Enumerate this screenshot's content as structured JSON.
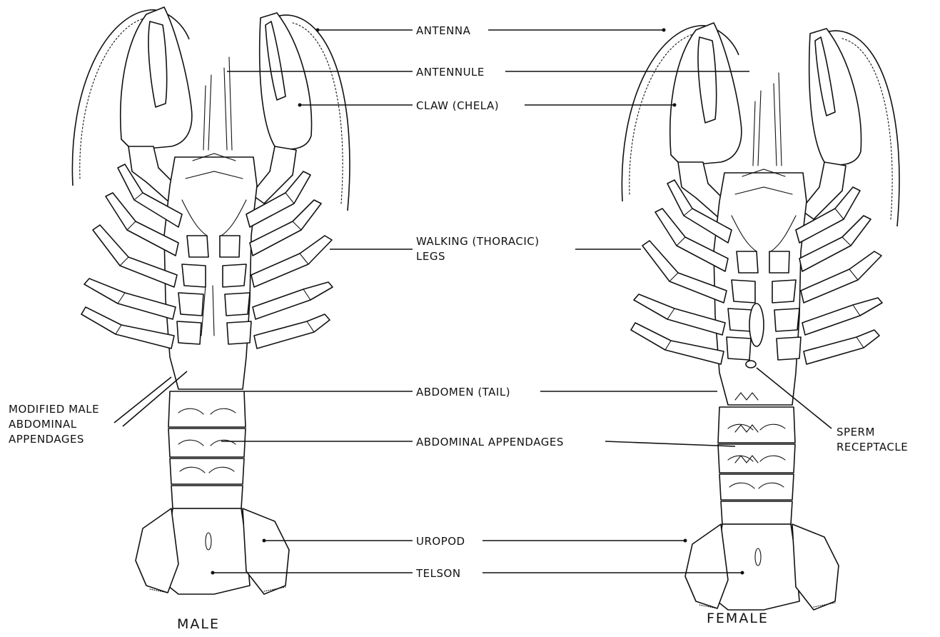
{
  "labels": {
    "antenna": "ANTENNA",
    "antennule": "ANTENNULE",
    "claw": "CLAW (CHELA)",
    "walking_legs_line1": "WALKING (THORACIC)",
    "walking_legs_line2": "LEGS",
    "abdomen": "ABDOMEN (TAIL)",
    "abdominal_appendages": "ABDOMINAL APPENDAGES",
    "uropod": "UROPOD",
    "telson": "TELSON",
    "modified_line1": "MODIFIED MALE",
    "modified_line2": "ABDOMINAL",
    "modified_line3": "APPENDAGES",
    "sperm_line1": "SPERM",
    "sperm_line2": "RECEPTACLE"
  },
  "captions": {
    "male": "MALE",
    "female": "FEMALE"
  },
  "colors": {
    "ink": "#111111",
    "paper": "#ffffff"
  }
}
